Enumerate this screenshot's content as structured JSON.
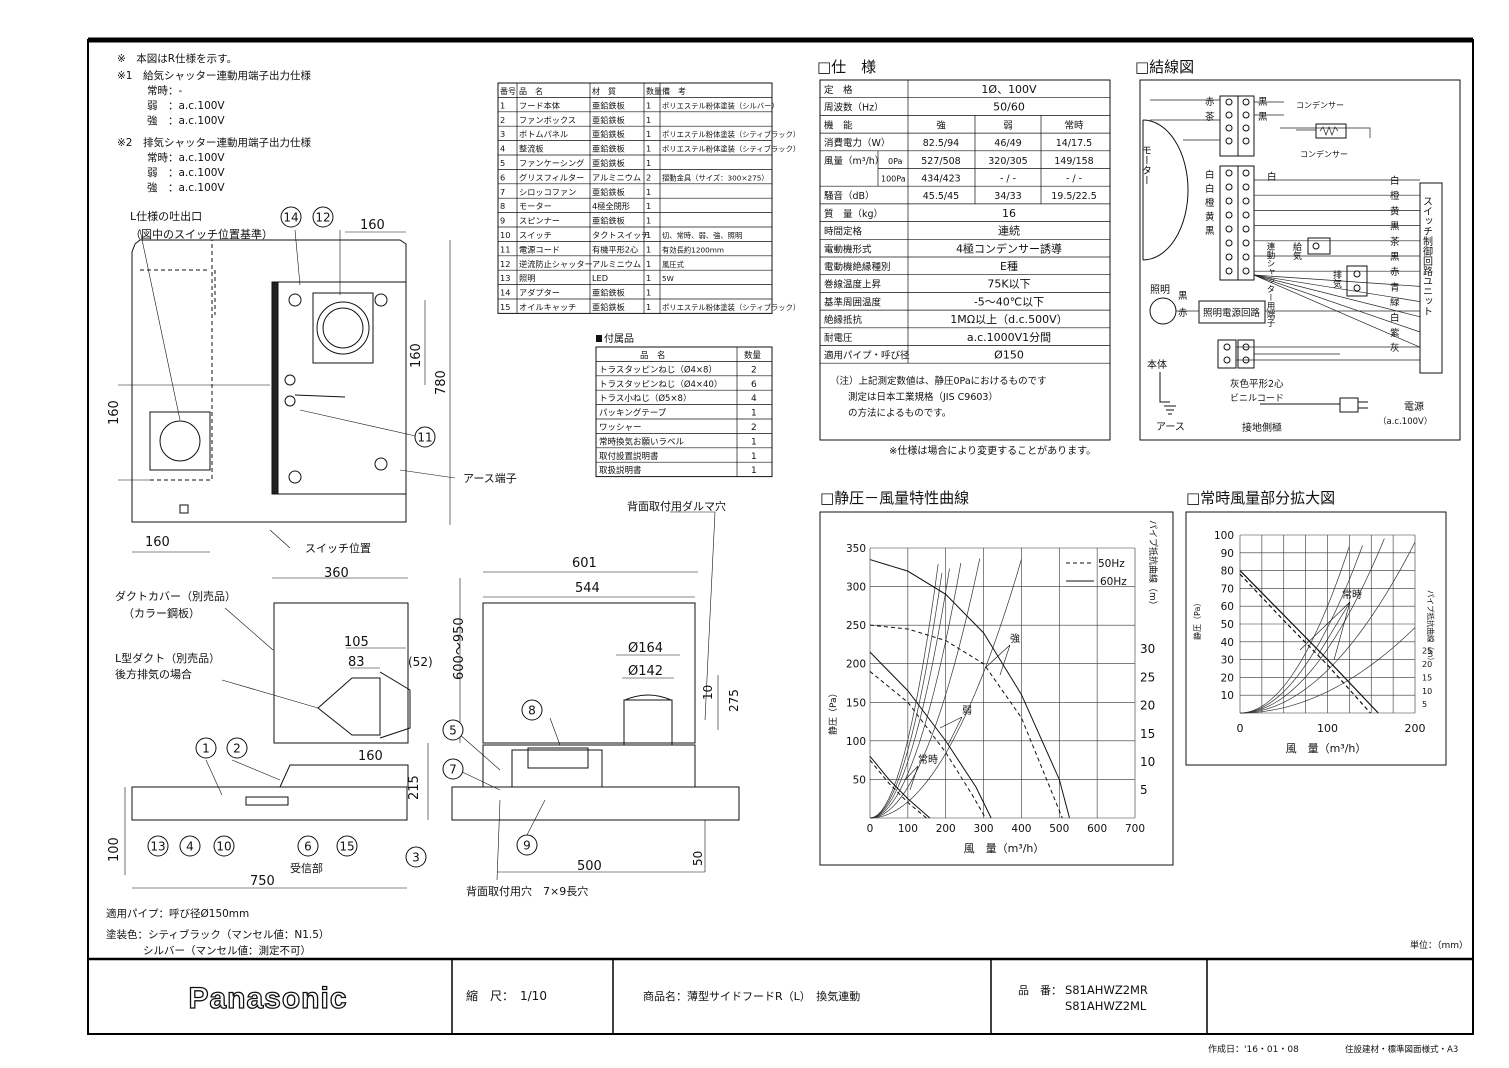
{
  "notes": {
    "n0": "※　本図はR仕様を示す。",
    "n1": "※1　給気シャッター連動用端子出力仕様",
    "n1_rows": [
      "常時：-",
      "弱　：a.c.100V",
      "強　：a.c.100V"
    ],
    "n2": "※2　排気シャッター連動用端子出力仕様",
    "n2_rows": [
      "常時：a.c.100V",
      "弱　：a.c.100V",
      "強　：a.c.100V"
    ]
  },
  "parts_table": {
    "headers": [
      "番号",
      "品　名",
      "材　質",
      "数量",
      "備　考"
    ],
    "rows": [
      [
        "1",
        "フード本体",
        "亜鉛鉄板",
        "1",
        "ポリエステル粉体塗装（シルバー）"
      ],
      [
        "2",
        "ファンボックス",
        "亜鉛鉄板",
        "1",
        ""
      ],
      [
        "3",
        "ボトムパネル",
        "亜鉛鉄板",
        "1",
        "ポリエステル粉体塗装（シティブラック）"
      ],
      [
        "4",
        "整流板",
        "亜鉛鉄板",
        "1",
        "ポリエステル粉体塗装（シティブラック）"
      ],
      [
        "5",
        "ファンケーシング",
        "亜鉛鉄板",
        "1",
        ""
      ],
      [
        "6",
        "グリスフィルター",
        "アルミニウム",
        "2",
        "摺動金具（サイズ：300×275）"
      ],
      [
        "7",
        "シロッコファン",
        "亜鉛鉄板",
        "1",
        ""
      ],
      [
        "8",
        "モーター",
        "4極全閉形",
        "1",
        ""
      ],
      [
        "9",
        "スピンナー",
        "亜鉛鉄板",
        "1",
        ""
      ],
      [
        "10",
        "スイッチ",
        "タクトスイッチ",
        "1",
        "切、常時、弱、強、照明"
      ],
      [
        "11",
        "電源コード",
        "有機平形2心",
        "1",
        "有効長約1200mm"
      ],
      [
        "12",
        "逆流防止シャッター",
        "アルミニウム",
        "1",
        "風圧式"
      ],
      [
        "13",
        "照明",
        "LED",
        "1",
        "5W"
      ],
      [
        "14",
        "アダプター",
        "亜鉛鉄板",
        "1",
        ""
      ],
      [
        "15",
        "オイルキャッチ",
        "亜鉛鉄板",
        "1",
        "ポリエステル粉体塗装（シティブラック）"
      ]
    ]
  },
  "accessories": {
    "title": "付属品",
    "headers": [
      "品　名",
      "数量"
    ],
    "rows": [
      [
        "トラスタッピンねじ（Ø4×8）",
        "2"
      ],
      [
        "トラスタッピンねじ（Ø4×40）",
        "6"
      ],
      [
        "トラス小ねじ（Ø5×8）",
        "4"
      ],
      [
        "パッキングテープ",
        "1"
      ],
      [
        "ワッシャー",
        "2"
      ],
      [
        "常時換気お願いラベル",
        "1"
      ],
      [
        "取付設置説明書",
        "1"
      ],
      [
        "取扱説明書",
        "1"
      ]
    ]
  },
  "spec": {
    "title": "□仕　様",
    "rows": [
      [
        "定　格",
        "1Ø、100V"
      ],
      [
        "周波数（Hz）",
        "50/60"
      ]
    ],
    "perf_header": [
      "機　能",
      "強",
      "弱",
      "常時"
    ],
    "power_label": "消費電力（W）",
    "power": [
      "82.5/94",
      "46/49",
      "14/17.5"
    ],
    "air_label": "風量（m³/h）",
    "air_0pa_label": "0Pa",
    "air_0pa": [
      "527/508",
      "320/305",
      "149/158"
    ],
    "air_100pa_label": "100Pa",
    "air_100pa": [
      "434/423",
      "- / -",
      "- / -"
    ],
    "noise_label": "騒音（dB）",
    "noise": [
      "45.5/45",
      "34/33",
      "19.5/22.5"
    ],
    "rows2": [
      [
        "質　量（kg）",
        "16"
      ],
      [
        "時間定格",
        "連続"
      ],
      [
        "電動機形式",
        "4極コンデンサー誘導"
      ],
      [
        "電動機絶縁種別",
        "E種"
      ],
      [
        "巻線温度上昇",
        "75K以下"
      ],
      [
        "基準周囲温度",
        "-5～40℃以下"
      ],
      [
        "絶縁抵抗",
        "1MΩ以上（d.c.500V）"
      ],
      [
        "耐電圧",
        "a.c.1000V1分間"
      ],
      [
        "適用パイプ・呼び径",
        "Ø150"
      ]
    ],
    "note_lines": [
      "（注）上記測定数値は、静圧0Paにおけるものです",
      "測定は日本工業規格（JIS C9603）",
      "の方法によるものです。"
    ],
    "change_note": "※仕様は場合により変更することがあります。"
  },
  "wiring": {
    "title": "□結線図",
    "motor": "モーター",
    "wires_top": [
      "赤",
      "茶",
      "黒",
      "黒"
    ],
    "condenser": "コンデンサー",
    "left_labels": [
      "白",
      "白",
      "橙",
      "黄",
      "黒"
    ],
    "white": "白",
    "right_colors": [
      "白",
      "橙",
      "黄",
      "黒",
      "茶",
      "黒",
      "赤",
      "青",
      "緑",
      "白",
      "紫",
      "灰"
    ],
    "switch_unit": "スイッチ制御回路ユニット",
    "shutter_terminal": "連動シャッター用端子",
    "supply": "給気",
    "exhaust": "排気",
    "light": "照明",
    "light_wires": [
      "黒",
      "赤"
    ],
    "light_power": "照明電源回路",
    "body": "本体",
    "earth": "アース",
    "cord": "灰色平形2心",
    "cord2": "ビニルコード",
    "ground_side": "接地側極",
    "power": "電源",
    "power_v": "（a.c.100V）"
  },
  "chart_main": {
    "title": "□静圧－風量特性曲線",
    "ylabel": "静圧（Pa）",
    "y2label": "パイプ抵抗曲線（m）",
    "xlabel": "風　量（m³/h）",
    "xticks": [
      "0",
      "100",
      "200",
      "300",
      "400",
      "500",
      "600",
      "700"
    ],
    "yticks": [
      "50",
      "100",
      "150",
      "200",
      "250",
      "300",
      "350"
    ],
    "y2ticks": [
      "5",
      "10",
      "15",
      "20",
      "25",
      "30"
    ],
    "legend": [
      "50Hz",
      "60Hz"
    ],
    "labels": [
      "強",
      "弱",
      "常時"
    ]
  },
  "chart_detail": {
    "title": "□常時風量部分拡大図",
    "ylabel": "静圧（Pa）",
    "y2label": "パイプ抵抗曲線（m）",
    "xlabel": "風　量（m³/h）",
    "xticks": [
      "0",
      "100",
      "200"
    ],
    "yticks": [
      "10",
      "20",
      "30",
      "40",
      "50",
      "60",
      "70",
      "80",
      "90",
      "100"
    ],
    "y2ticks": [
      "5",
      "10",
      "15",
      "20",
      "25"
    ],
    "label": "常時"
  },
  "chart_data": [
    {
      "type": "line",
      "title": "□静圧－風量特性曲線",
      "xlabel": "風　量（m³/h）",
      "ylabel": "静圧（Pa）",
      "xlim": [
        0,
        700
      ],
      "ylim": [
        0,
        350
      ],
      "series": [
        {
          "name": "60Hz",
          "label": "強",
          "x": [
            0,
            100,
            200,
            300,
            400,
            500,
            527
          ],
          "y": [
            335,
            320,
            290,
            240,
            160,
            50,
            0
          ]
        },
        {
          "name": "50Hz",
          "label": "強",
          "x": [
            0,
            100,
            200,
            300,
            400,
            508
          ],
          "y": [
            250,
            245,
            230,
            200,
            130,
            0
          ]
        },
        {
          "name": "60Hz",
          "label": "弱",
          "x": [
            0,
            100,
            200,
            280,
            320
          ],
          "y": [
            215,
            165,
            100,
            40,
            0
          ]
        },
        {
          "name": "50Hz",
          "label": "弱",
          "x": [
            0,
            100,
            200,
            270,
            305
          ],
          "y": [
            190,
            150,
            85,
            30,
            0
          ]
        },
        {
          "name": "60Hz",
          "label": "常時",
          "x": [
            0,
            50,
            100,
            158
          ],
          "y": [
            80,
            50,
            25,
            0
          ]
        },
        {
          "name": "50Hz",
          "label": "常時",
          "x": [
            0,
            50,
            100,
            149
          ],
          "y": [
            75,
            45,
            20,
            0
          ]
        }
      ]
    },
    {
      "type": "line",
      "title": "□常時風量部分拡大図",
      "xlabel": "風　量（m³/h）",
      "ylabel": "静圧（Pa）",
      "xlim": [
        0,
        200
      ],
      "ylim": [
        0,
        100
      ],
      "series": [
        {
          "name": "60Hz",
          "label": "常時",
          "x": [
            0,
            50,
            100,
            158
          ],
          "y": [
            80,
            55,
            30,
            0
          ]
        },
        {
          "name": "50Hz",
          "label": "常時",
          "x": [
            0,
            50,
            100,
            149
          ],
          "y": [
            78,
            52,
            27,
            0
          ]
        }
      ]
    }
  ],
  "drawing": {
    "l_outlet": "L仕様の吐出口",
    "l_outlet2": "（図中のスイッチ位置基準）",
    "earth_terminal": "アース端子",
    "switch_pos": "スイッチ位置",
    "duct_cover": "ダクトカバー（別売品）",
    "duct_cover2": "（カラー鋼板）",
    "l_duct": "L型ダクト（別売品）",
    "l_duct2": "後方排気の場合",
    "receiver": "受信部",
    "back_mount": "背面取付用ダルマ穴",
    "back_hole": "背面取付用穴　7×9長穴",
    "dims": [
      "160",
      "160",
      "780",
      "160",
      "160",
      "360",
      "105",
      "83",
      "(52)",
      "600～950",
      "160",
      "215",
      "100",
      "750",
      "601",
      "544",
      "Ø164",
      "Ø142",
      "10",
      "275",
      "500",
      "50"
    ],
    "balloons": [
      "14",
      "12",
      "11",
      "1",
      "2",
      "13",
      "4",
      "10",
      "6",
      "15",
      "3",
      "5",
      "7",
      "8",
      "9"
    ]
  },
  "bottom_notes": [
    "適用パイプ：呼び径Ø150mm",
    "塗装色：シティブラック（マンセル値：N1.5）",
    "シルバー（マンセル値：測定不可）"
  ],
  "unit": "単位：（mm）",
  "title_block": {
    "brand": "Panasonic",
    "scale": "縮　尺：　1/10",
    "product": "商品名：薄型サイドフードR（L）　換気連動",
    "part_label": "品　番：",
    "part1": "S81AHWZ2MR",
    "part2": "S81AHWZ2ML"
  },
  "footer": {
    "date": "作成日：'16・01・08",
    "std": "住設建材・標準図面様式・A3"
  }
}
